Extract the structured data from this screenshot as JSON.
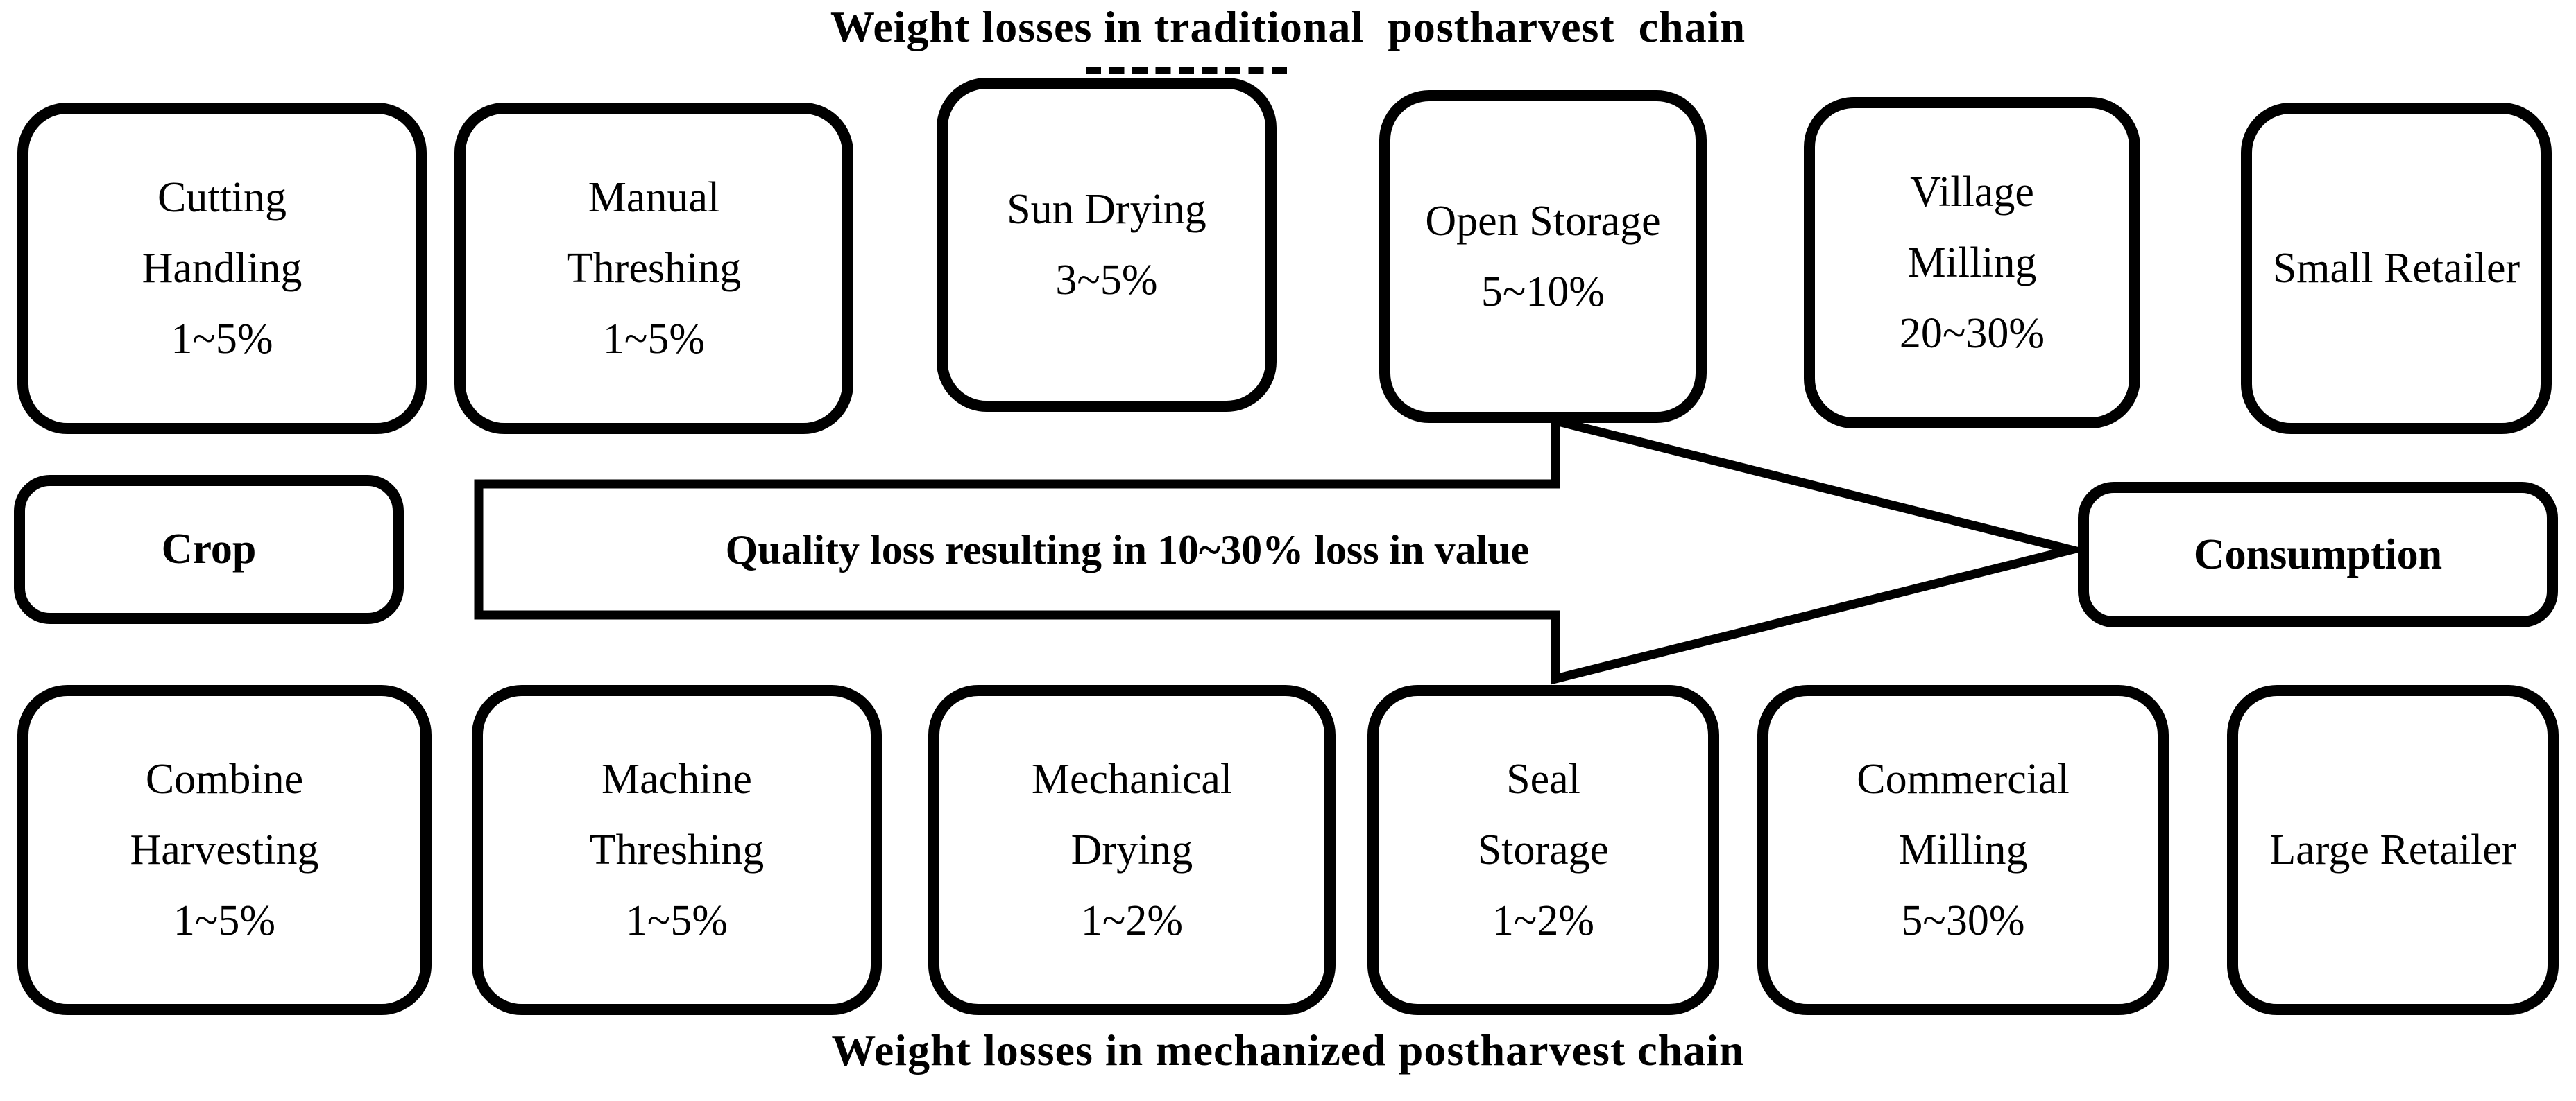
{
  "titles": {
    "top": "Weight losses in traditional  postharvest  chain",
    "bottom": "Weight losses in mechanized postharvest chain"
  },
  "flow": {
    "source": "Crop",
    "sink": "Consumption",
    "arrow_text": "Quality loss resulting in 10~30% loss in value"
  },
  "traditional_chain": [
    {
      "stage": "Cutting\nHandling",
      "loss": "1~5%"
    },
    {
      "stage": "Manual\nThreshing",
      "loss": "1~5%"
    },
    {
      "stage": "Sun Drying",
      "loss": "3~5%"
    },
    {
      "stage": "Open Storage",
      "loss": "5~10%"
    },
    {
      "stage": "Village\nMilling",
      "loss": "20~30%"
    },
    {
      "stage": "Small Retailer",
      "loss": ""
    }
  ],
  "mechanized_chain": [
    {
      "stage": "Combine\nHarvesting",
      "loss": "1~5%"
    },
    {
      "stage": "Machine\nThreshing",
      "loss": "1~5%"
    },
    {
      "stage": "Mechanical\nDrying",
      "loss": "1~2%"
    },
    {
      "stage": "Seal\nStorage",
      "loss": "1~2%"
    },
    {
      "stage": "Commercial\nMilling",
      "loss": "5~30%"
    },
    {
      "stage": "Large Retailer",
      "loss": ""
    }
  ]
}
